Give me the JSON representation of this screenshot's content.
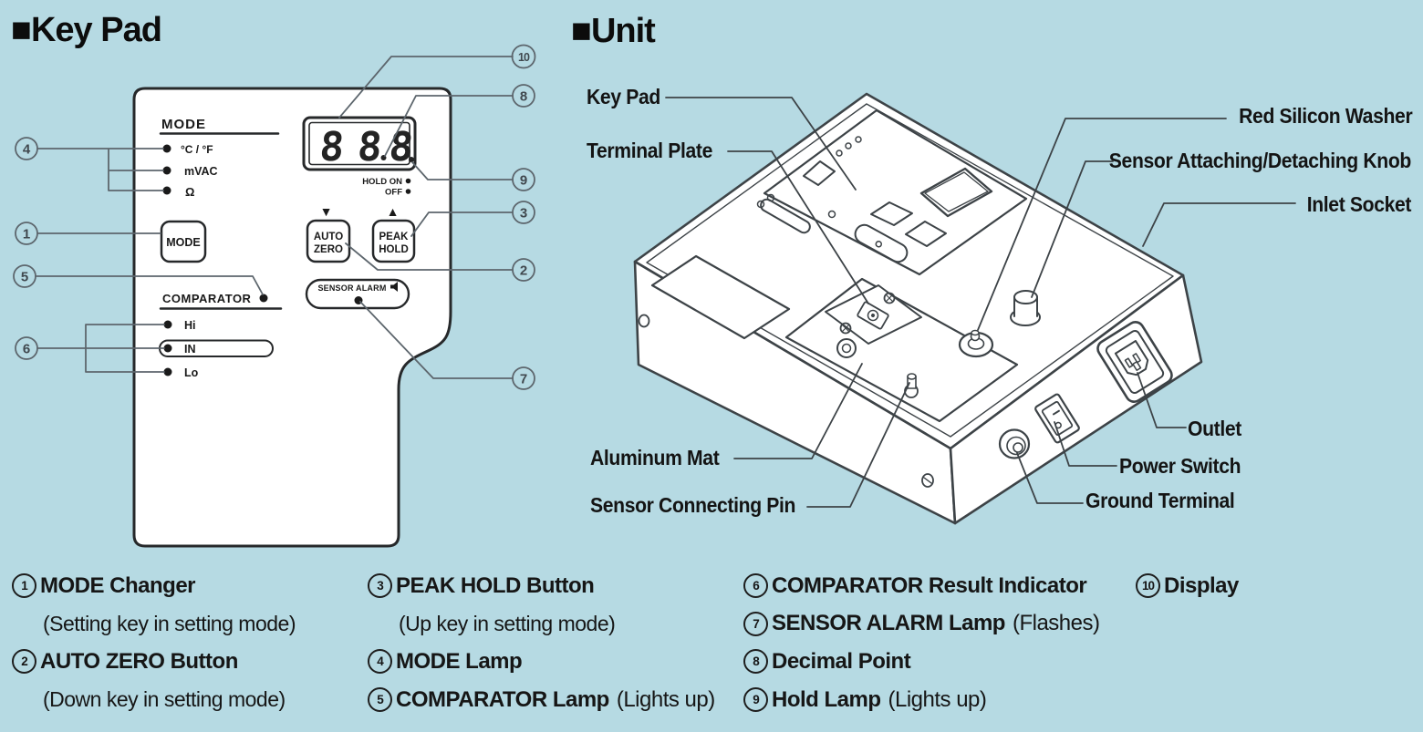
{
  "colors": {
    "background": "#b6dae3",
    "ink": "#161616",
    "keypad_line": "#26282a",
    "unit_line": "#3d4347",
    "callout_line": "#5d666d"
  },
  "keypad_section": {
    "title": "■Key Pad",
    "panel": {
      "mode_label": "MODE",
      "mode_lamps": [
        "°C / °F",
        "mVAC",
        "Ω"
      ],
      "mode_button": "MODE",
      "down_arrow_icon": "▼",
      "up_arrow_icon": "▲",
      "auto_zero_button": [
        "AUTO",
        "ZERO"
      ],
      "peak_hold_button": [
        "PEAK",
        "HOLD"
      ],
      "display_digits": [
        "8",
        "8",
        "8"
      ],
      "hold_on_label": "HOLD ON",
      "hold_off_label": "OFF",
      "sensor_alarm_label": "SENSOR ALARM",
      "comparator_label": "COMPARATOR",
      "comparator_lamps": [
        "Hi",
        "IN",
        "Lo"
      ]
    },
    "callout_numbers": [
      "1",
      "2",
      "3",
      "4",
      "5",
      "6",
      "7",
      "8",
      "9",
      "10"
    ]
  },
  "unit_section": {
    "title": "■Unit",
    "labels": {
      "key_pad": "Key Pad",
      "terminal_plate": "Terminal Plate",
      "red_silicon_washer": "Red Silicon Washer",
      "sensor_knob": "Sensor Attaching/Detaching Knob",
      "inlet_socket": "Inlet Socket",
      "outlet": "Outlet",
      "power_switch": "Power Switch",
      "ground_terminal": "Ground Terminal",
      "aluminum_mat": "Aluminum Mat",
      "sensor_connecting_pin": "Sensor Connecting Pin"
    }
  },
  "legend": {
    "columns": [
      {
        "entries": [
          {
            "num": "1",
            "label": "MODE Changer"
          },
          {
            "sub": "(Setting key in setting mode)"
          },
          {
            "num": "2",
            "label": "AUTO ZERO Button"
          },
          {
            "sub": "(Down key in setting mode)"
          }
        ]
      },
      {
        "entries": [
          {
            "num": "3",
            "label": "PEAK HOLD Button"
          },
          {
            "sub": "(Up key in setting mode)"
          },
          {
            "num": "4",
            "label": "MODE Lamp"
          },
          {
            "num": "5",
            "label": "COMPARATOR Lamp",
            "suffix": "(Lights up)"
          }
        ]
      },
      {
        "entries": [
          {
            "num": "6",
            "label": "COMPARATOR Result Indicator"
          },
          {
            "num": "7",
            "label": "SENSOR ALARM Lamp",
            "suffix": "(Flashes)"
          },
          {
            "num": "8",
            "label": "Decimal Point"
          },
          {
            "num": "9",
            "label": "Hold Lamp",
            "suffix": "(Lights up)"
          }
        ]
      },
      {
        "entries": [
          {
            "num": "10",
            "label": "Display"
          }
        ]
      }
    ]
  }
}
